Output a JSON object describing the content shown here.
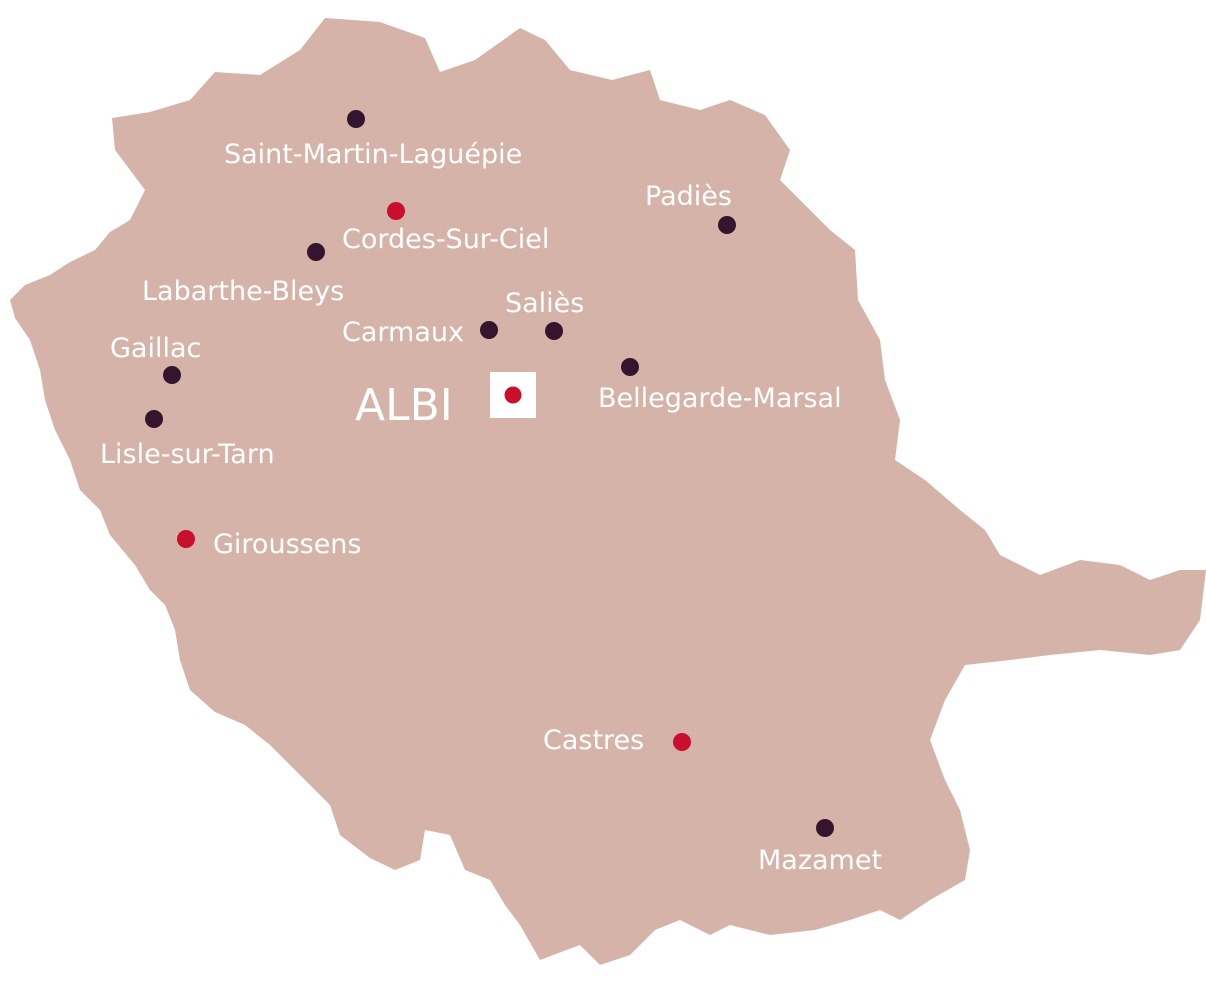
{
  "map": {
    "land_color": "#d5b3a8",
    "label_color": "#ffffff",
    "marker_colors": {
      "town": "#35152e",
      "highlight": "#c8102e",
      "capital_box": "#ffffff"
    },
    "capital": {
      "name": "ALBI"
    },
    "towns": [
      {
        "id": "saint-martin-laguepie",
        "name": "Saint-Martin-Laguépie",
        "kind": "town"
      },
      {
        "id": "cordes-sur-ciel",
        "name": "Cordes-Sur-Ciel",
        "kind": "highlight"
      },
      {
        "id": "padies",
        "name": "Padiès",
        "kind": "town"
      },
      {
        "id": "labarthe-bleys",
        "name": "Labarthe-Bleys",
        "kind": "town"
      },
      {
        "id": "salies",
        "name": "Saliès",
        "kind": "town"
      },
      {
        "id": "carmaux",
        "name": "Carmaux",
        "kind": "town"
      },
      {
        "id": "gaillac",
        "name": "Gaillac",
        "kind": "town"
      },
      {
        "id": "bellegarde-marsal",
        "name": "Bellegarde-Marsal",
        "kind": "town"
      },
      {
        "id": "lisle-sur-tarn",
        "name": "Lisle-sur-Tarn",
        "kind": "town"
      },
      {
        "id": "giroussens",
        "name": "Giroussens",
        "kind": "highlight"
      },
      {
        "id": "castres",
        "name": "Castres",
        "kind": "highlight"
      },
      {
        "id": "mazamet",
        "name": "Mazamet",
        "kind": "town"
      }
    ]
  }
}
